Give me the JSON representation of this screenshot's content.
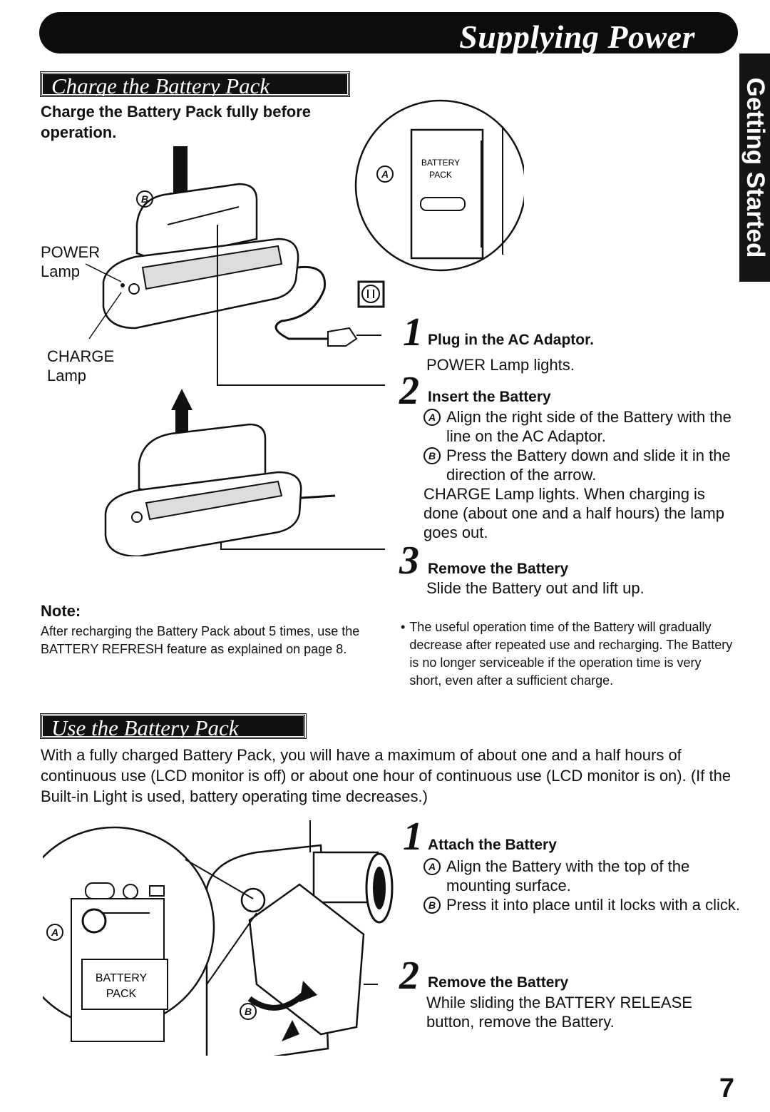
{
  "header": {
    "title": "Supplying Power",
    "side_tab": "Getting Started"
  },
  "charge_section": {
    "heading": "Charge the Battery Pack",
    "intro": "Charge the Battery Pack fully before operation.",
    "labels": {
      "power": "POWER",
      "power_lamp": "Lamp",
      "charge": "CHARGE",
      "charge_lamp": "Lamp",
      "battery_pack_line1": "BATTERY",
      "battery_pack_line2": "PACK",
      "marker_a": "A",
      "marker_b": "B"
    },
    "steps": [
      {
        "num": "1",
        "title": "Plug in the AC Adaptor.",
        "text": "POWER Lamp lights."
      },
      {
        "num": "2",
        "title": "Insert the Battery",
        "items": [
          {
            "marker": "A",
            "text": "Align the right side of the Battery with the line on the AC Adaptor."
          },
          {
            "marker": "B",
            "text": "Press the Battery down and slide it in the direction of the arrow."
          }
        ],
        "text": "CHARGE Lamp lights. When charging is done (about one and a half hours) the lamp goes out."
      },
      {
        "num": "3",
        "title": "Remove the Battery",
        "text": "Slide the Battery out and lift up."
      }
    ],
    "note_heading": "Note:",
    "note_text": "After recharging the Battery Pack about 5 times, use the BATTERY REFRESH feature as explained on page 8.",
    "bullet": "The useful operation time of the Battery will gradually decrease after repeated use and recharging. The Battery is no longer serviceable if the operation time is very short, even after a sufficient charge."
  },
  "use_section": {
    "heading": "Use the Battery Pack",
    "intro": "With a fully charged Battery Pack, you will have a maximum of about one and a half hours of continuous use (LCD monitor is off) or about one hour of continuous use (LCD monitor is on). (If the Built-in Light is used, battery operating time decreases.)",
    "labels": {
      "battery_pack_line1": "BATTERY",
      "battery_pack_line2": "PACK",
      "marker_a": "A",
      "marker_b": "B"
    },
    "steps": [
      {
        "num": "1",
        "title": "Attach the Battery",
        "items": [
          {
            "marker": "A",
            "text": "Align the Battery with the top of the mounting surface."
          },
          {
            "marker": "B",
            "text": "Press it into place until it locks with a click."
          }
        ]
      },
      {
        "num": "2",
        "title": "Remove the Battery",
        "text": "While sliding the BATTERY RELEASE button, remove the Battery."
      }
    ]
  },
  "page_number": "7"
}
